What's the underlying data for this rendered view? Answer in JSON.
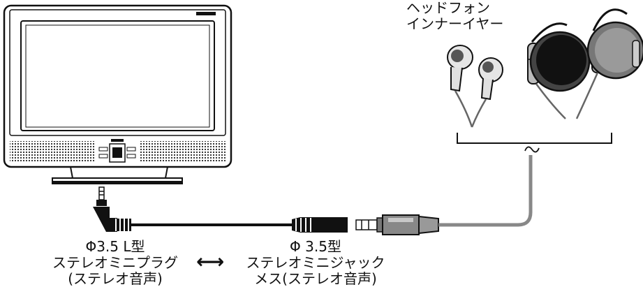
{
  "headphones": {
    "label_line1": "ヘッドフォン",
    "label_line2": "インナーイヤー"
  },
  "left_connector": {
    "line1": "Φ3.5 L型",
    "line2": "ステレオミニプラグ",
    "line3": "(ステレオ音声)"
  },
  "right_connector": {
    "line1": "Φ 3.5型",
    "line2": "ステレオミニジャック",
    "line3": "メス(ステレオ音声)"
  },
  "arrow": {
    "symbol": "⟷"
  }
}
